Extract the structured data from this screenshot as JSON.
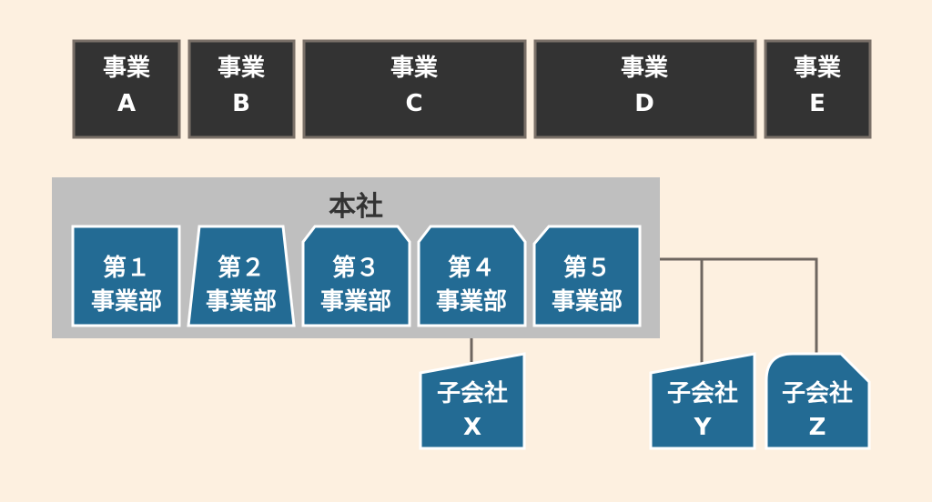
{
  "businesses": [
    {
      "line1": "事業",
      "line2": "A"
    },
    {
      "line1": "事業",
      "line2": "B"
    },
    {
      "line1": "事業",
      "line2": "C"
    },
    {
      "line1": "事業",
      "line2": "D"
    },
    {
      "line1": "事業",
      "line2": "E"
    }
  ],
  "headquarters": {
    "label": "本社"
  },
  "departments": [
    {
      "line1": "第１",
      "line2": "事業部"
    },
    {
      "line1": "第２",
      "line2": "事業部"
    },
    {
      "line1": "第３",
      "line2": "事業部"
    },
    {
      "line1": "第４",
      "line2": "事業部"
    },
    {
      "line1": "第５",
      "line2": "事業部"
    }
  ],
  "subsidiaries": [
    {
      "line1": "子会社",
      "line2": "X"
    },
    {
      "line1": "子会社",
      "line2": "Y"
    },
    {
      "line1": "子会社",
      "line2": "Z"
    }
  ],
  "colors": {
    "background": "#fdf0e0",
    "business": "#333333",
    "department": "#236b94",
    "headquarters": "#bfbfbf"
  }
}
